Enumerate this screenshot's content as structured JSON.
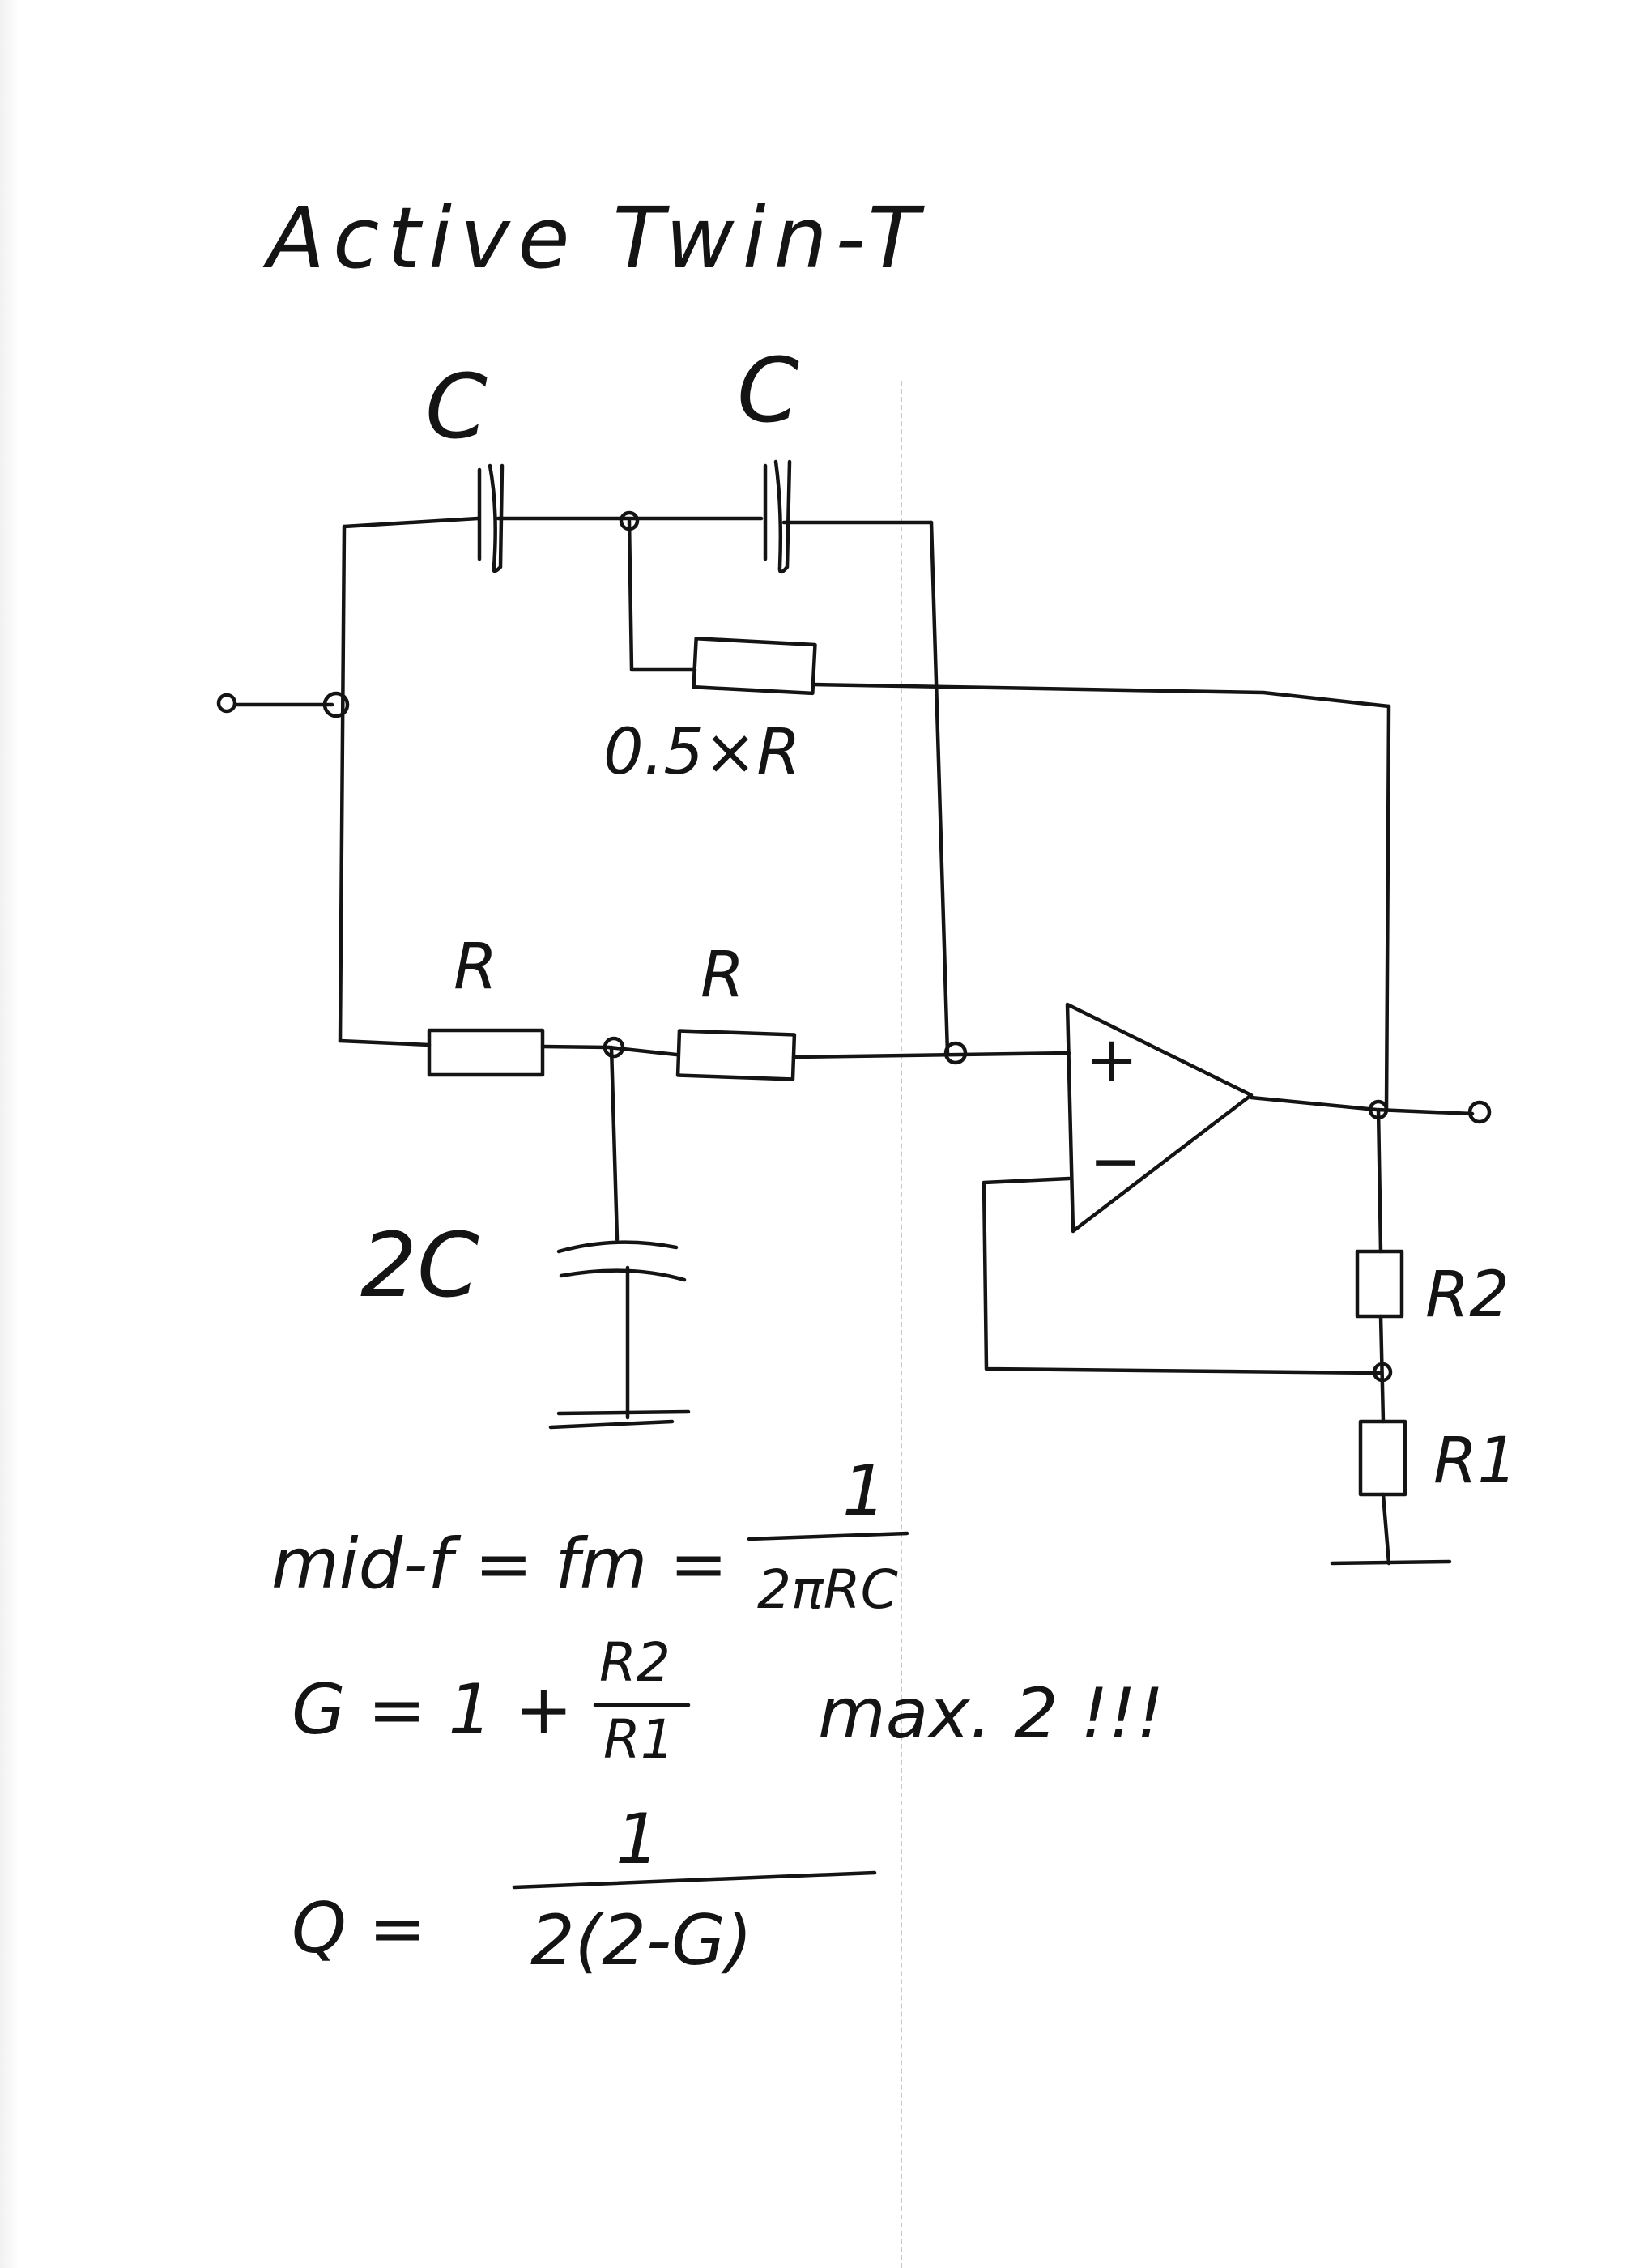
{
  "title": "Active Twin-T",
  "labels": {
    "cap_left": "C",
    "cap_right": "C",
    "res_half": "0.5×R",
    "res_left": "R",
    "res_right": "R",
    "cap_shunt": "2C",
    "opamp_plus": "+",
    "opamp_minus": "−",
    "res_r2": "R2",
    "res_r1": "R1"
  },
  "equations": {
    "midf_lhs": "mid-f = fm =",
    "midf_num": "1",
    "midf_den": "2πRC",
    "gain_lhs": "G = 1 +",
    "gain_num": "R2",
    "gain_den": "R1",
    "gain_note": "max. 2 !!!",
    "q_lhs": "Q =",
    "q_num": "1",
    "q_den": "2(2-G)"
  }
}
